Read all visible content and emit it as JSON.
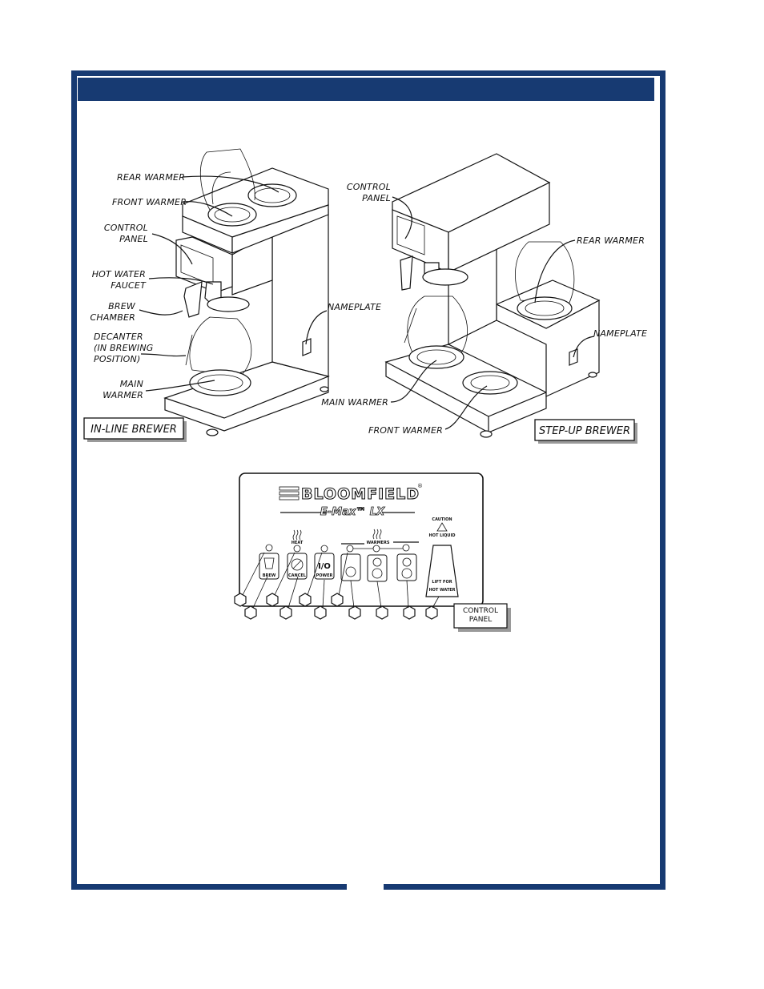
{
  "colors": {
    "frame_blue": "#173a72",
    "frame_inner_white": "#ffffff",
    "ink": "#111111"
  },
  "header": {
    "title": ""
  },
  "inline_brewer": {
    "box_label": "IN-LINE BREWER",
    "labels": {
      "rear_warmer": "REAR WARMER",
      "front_warmer": "FRONT WARMER",
      "control_panel_1": "CONTROL",
      "control_panel_2": "PANEL",
      "hot_water_1": "HOT WATER",
      "hot_water_2": "FAUCET",
      "brew_1": "BREW",
      "brew_2": "CHAMBER",
      "decanter_1": "DECANTER",
      "decanter_2": "(IN BREWING",
      "decanter_3": "POSITION)",
      "main_warmer_1": "MAIN",
      "main_warmer_2": "WARMER",
      "nameplate": "NAMEPLATE"
    }
  },
  "stepup_brewer": {
    "box_label": "STEP-UP BREWER",
    "labels": {
      "control_panel_1": "CONTROL",
      "control_panel_2": "PANEL",
      "rear_warmer": "REAR WARMER",
      "nameplate": "NAMEPLATE",
      "main_warmer": "MAIN WARMER",
      "front_warmer": "FRONT WARMER"
    }
  },
  "control_panel": {
    "brand": "BLOOMFIELD",
    "registered": "®",
    "model": "E-Max™ LX",
    "caution": "CAUTION",
    "hot_liquid": "HOT LIQUID",
    "heat": "HEAT",
    "warmers": "WARMERS",
    "brew_label": "BREW",
    "cancel_label": "CANCEL",
    "power_symbol": "I/O",
    "power_label": "POWER",
    "lever_1": "LIFT FOR",
    "lever_2": "HOT WATER",
    "box_label_1": "CONTROL",
    "box_label_2": "PANEL"
  }
}
